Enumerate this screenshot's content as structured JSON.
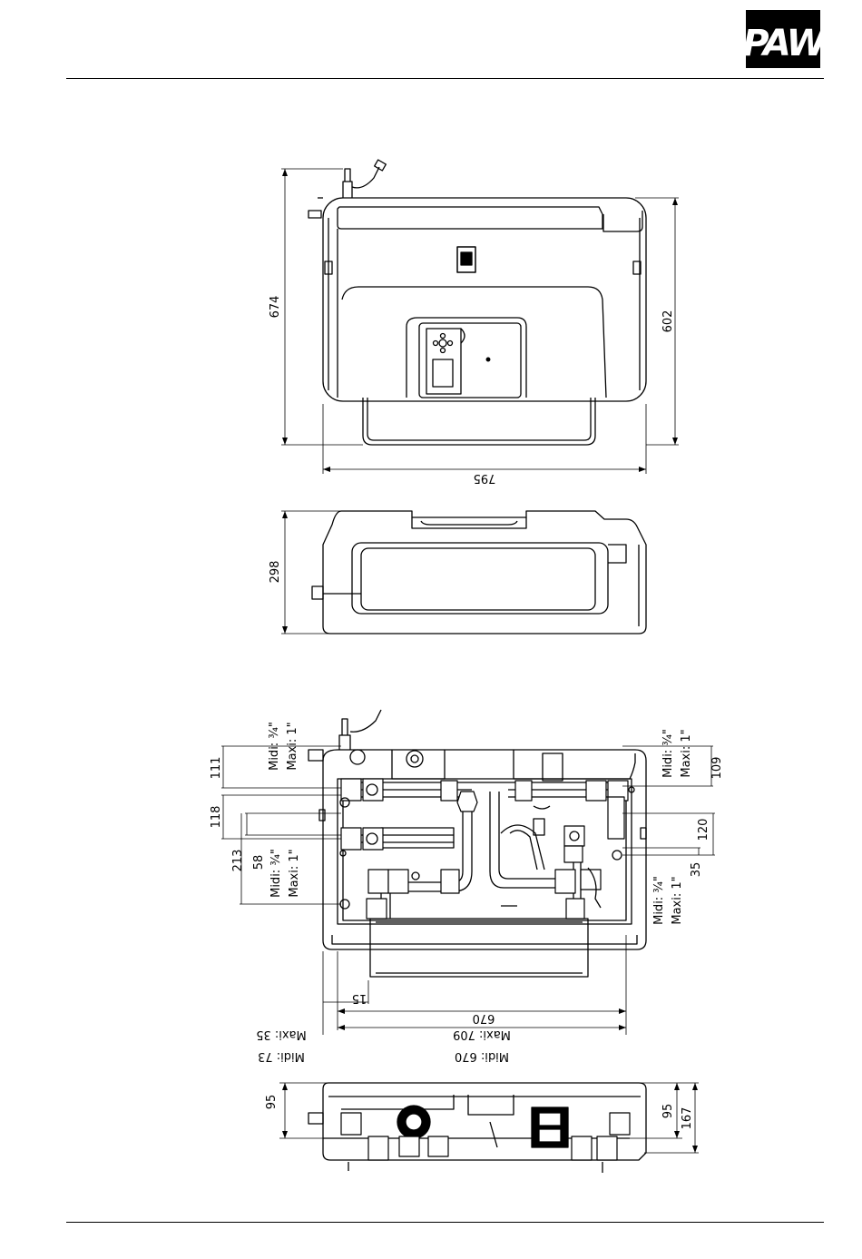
{
  "logo": {
    "text": "PAW"
  },
  "views": {
    "front": {
      "dimensions": {
        "height_total": "674",
        "height_body": "602",
        "width": "795"
      }
    },
    "side": {
      "dimensions": {
        "depth": "298"
      }
    },
    "open": {
      "dimensions": {
        "left_top": "111",
        "left_mid": "118",
        "left_inner": "58",
        "left_low": "213",
        "right_top": "109",
        "right_mid": "120",
        "right_low": "35",
        "bottom_small": "15",
        "bottom_inner": "670"
      },
      "connection_labels": {
        "left_top_midi": "Midi: ¾\"",
        "left_top_maxi": "Maxi: 1\"",
        "left_low_midi": "Midi: ¾\"",
        "left_low_maxi": "Maxi: 1\"",
        "right_top_midi": "Midi: ¾\"",
        "right_top_maxi": "Maxi: 1\"",
        "right_low_midi": "Midi: ¾\"",
        "right_low_maxi": "Maxi: 1\""
      },
      "bottom_labels": {
        "left_maxi": "Maxi: 35",
        "left_midi": "Midi: 73",
        "center_maxi": "Maxi: 709",
        "center_midi": "Midi: 670"
      }
    },
    "bottom": {
      "dimensions": {
        "left_95": "95",
        "right_95": "95",
        "right_167": "167"
      }
    }
  }
}
